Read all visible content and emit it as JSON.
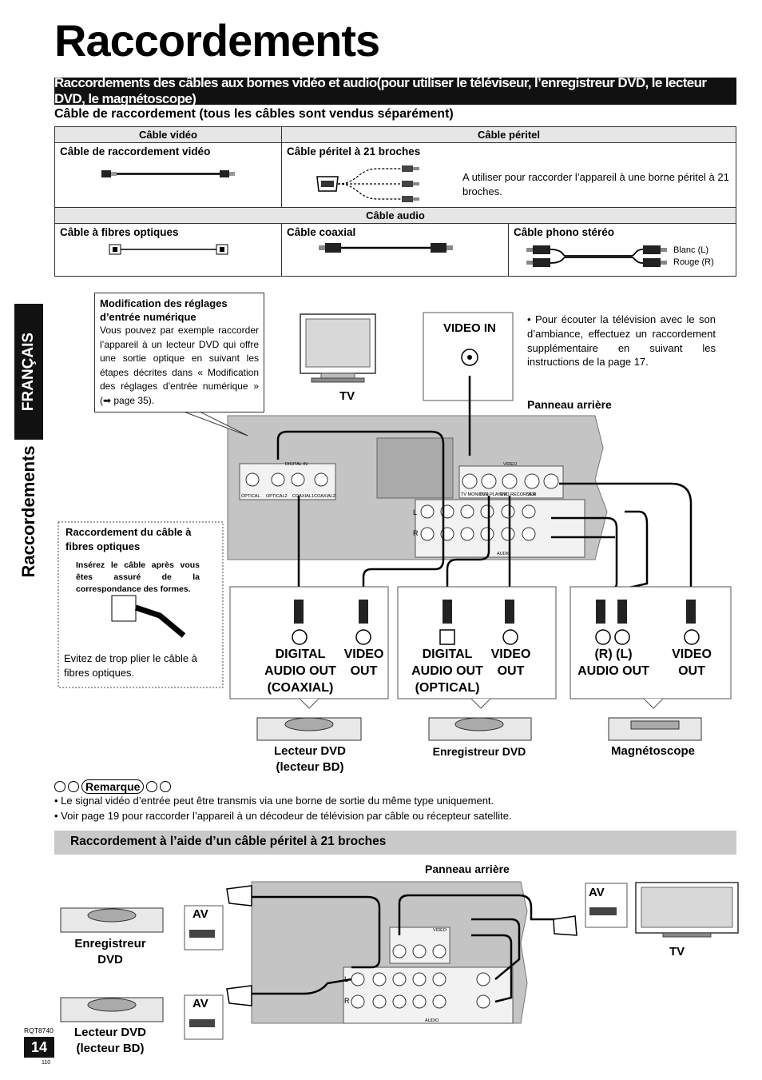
{
  "page": {
    "title": "Raccordements",
    "section_bar": "Raccordements des câbles aux bornes vidéo et audio(pour utiliser le téléviseur, l’enregistreur DVD, le lecteur DVD, le magnétoscope)",
    "subheading": "Câble de raccordement (tous les câbles sont vendus séparément)",
    "side_tab": "FRANÇAIS",
    "side_label": "Raccordements",
    "doc_code": "RQT8740",
    "page_number": "14",
    "footer_code": "110"
  },
  "cable_table": {
    "video_header": "Câble vidéo",
    "peritel_header": "Câble péritel",
    "video_cable": "Câble de raccordement vidéo",
    "peritel_cable": "Câble péritel à 21 broches",
    "peritel_note": "A utiliser pour raccorder l’appareil à une borne péritel à 21 broches.",
    "audio_header": "Câble audio",
    "optical": "Câble à fibres optiques",
    "coaxial": "Câble coaxial",
    "phono": "Câble phono stéréo",
    "white": "Blanc (L)",
    "red": "Rouge (R)"
  },
  "diagram1": {
    "note_title": "Modification des réglages d’entrée numérique",
    "note_body": "Vous pouvez par exemple raccorder l’appareil à un lecteur DVD qui offre une sortie optique en suivant les étapes décrites dans « Modification des réglages d’entrée numérique » (➡ page 35).",
    "video_in": "VIDEO IN",
    "tv": "TV",
    "tv_note": "• Pour écouter la télévision avec le son d’ambiance, effectuez un raccordement supplémentaire en suivant les instructions de la page 17.",
    "rear_panel": "Panneau arrière",
    "optical_title": "Raccordement du câble à fibres optiques",
    "optical_insert": "Insérez le câble après vous êtes assuré de la correspondance des formes.",
    "optical_warning": "Evitez de trop plier le câble à fibres optiques.",
    "box1_a": "DIGITAL AUDIO OUT (COAXIAL)",
    "box1_b": "VIDEO OUT",
    "box2_a": "DIGITAL AUDIO OUT (OPTICAL)",
    "box2_b": "VIDEO OUT",
    "box3_a": "(R) (L) AUDIO OUT",
    "box3_b": "VIDEO OUT",
    "device1": "Lecteur DVD (lecteur BD)",
    "device2": "Enregistreur DVD",
    "device3": "Magnétoscope"
  },
  "remarks": {
    "label": "Remarque",
    "items": [
      "• Le signal vidéo d’entrée peut être transmis via une borne de sortie du même type uniquement.",
      "• Voir page 19 pour raccorder l’appareil à un décodeur de télévision par câble ou récepteur satellite."
    ]
  },
  "section2": {
    "bar": "Raccordement à l’aide d’un câble péritel à 21 broches",
    "rear_panel": "Panneau arrière",
    "av": "AV",
    "recorder": "Enregistreur DVD",
    "player": "Lecteur DVD (lecteur BD)",
    "tv": "TV"
  },
  "panel_labels": {
    "digital_in": "DIGITAL IN",
    "optical": "OPTICAL",
    "optical2": "OPTICAL2",
    "coaxial1": "COAXIAL1",
    "coaxial2": "COAXIAL2",
    "video": "VIDEO",
    "audio": "AUDIO",
    "tv_monitor": "TV MONITOR",
    "dvd_player": "DVD PLAYER",
    "dvd_recorder": "DVD RECORDER",
    "vcr": "VCR",
    "l": "L",
    "r": "R"
  }
}
